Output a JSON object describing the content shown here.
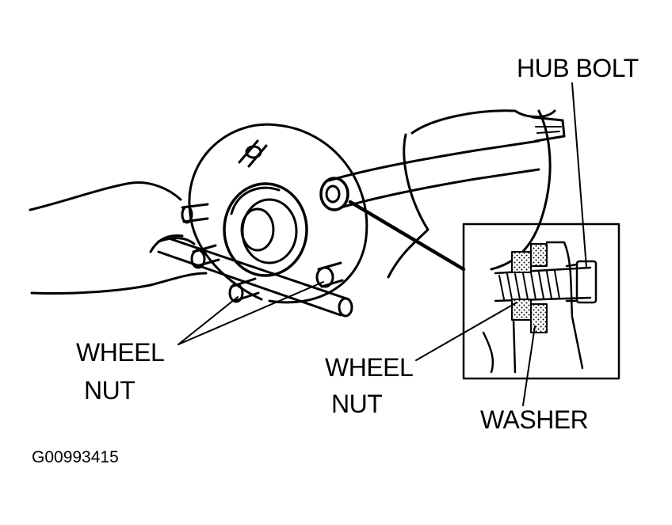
{
  "labels": {
    "hub_bolt": "HUB BOLT",
    "wheel_nut_left_line1": "WHEEL",
    "wheel_nut_left_line2": "NUT",
    "wheel_nut_inset_line1": "WHEEL",
    "wheel_nut_inset_line2": "NUT",
    "washer": "WASHER"
  },
  "figure_id": "G00993415",
  "colors": {
    "ink": "#000000",
    "paper": "#ffffff"
  }
}
